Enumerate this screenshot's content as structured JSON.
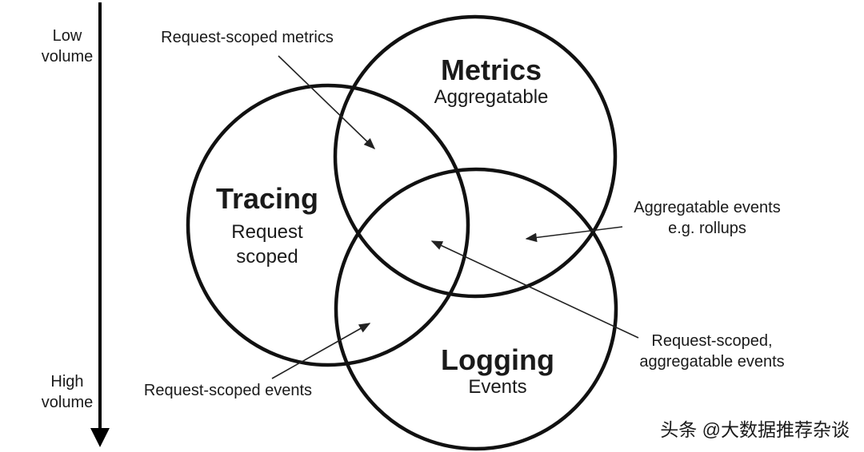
{
  "scale": {
    "low_line1": "Low",
    "low_line2": "volume",
    "high_line1": "High",
    "high_line2": "volume"
  },
  "sets": {
    "metrics": {
      "title": "Metrics",
      "subtitle": "Aggregatable"
    },
    "tracing": {
      "title": "Tracing",
      "subtitle_line1": "Request",
      "subtitle_line2": "scoped"
    },
    "logging": {
      "title": "Logging",
      "subtitle": "Events"
    }
  },
  "callouts": {
    "request_scoped_metrics": "Request-scoped metrics",
    "aggregatable_events_line1": "Aggregatable events",
    "aggregatable_events_line2": "e.g. rollups",
    "request_scoped_aggregatable_line1": "Request-scoped,",
    "request_scoped_aggregatable_line2": "aggregatable events",
    "request_scoped_events": "Request-scoped events"
  },
  "watermark": "头条 @大数据推荐杂谈",
  "colors": {
    "ink": "#111111",
    "background": "#ffffff"
  }
}
